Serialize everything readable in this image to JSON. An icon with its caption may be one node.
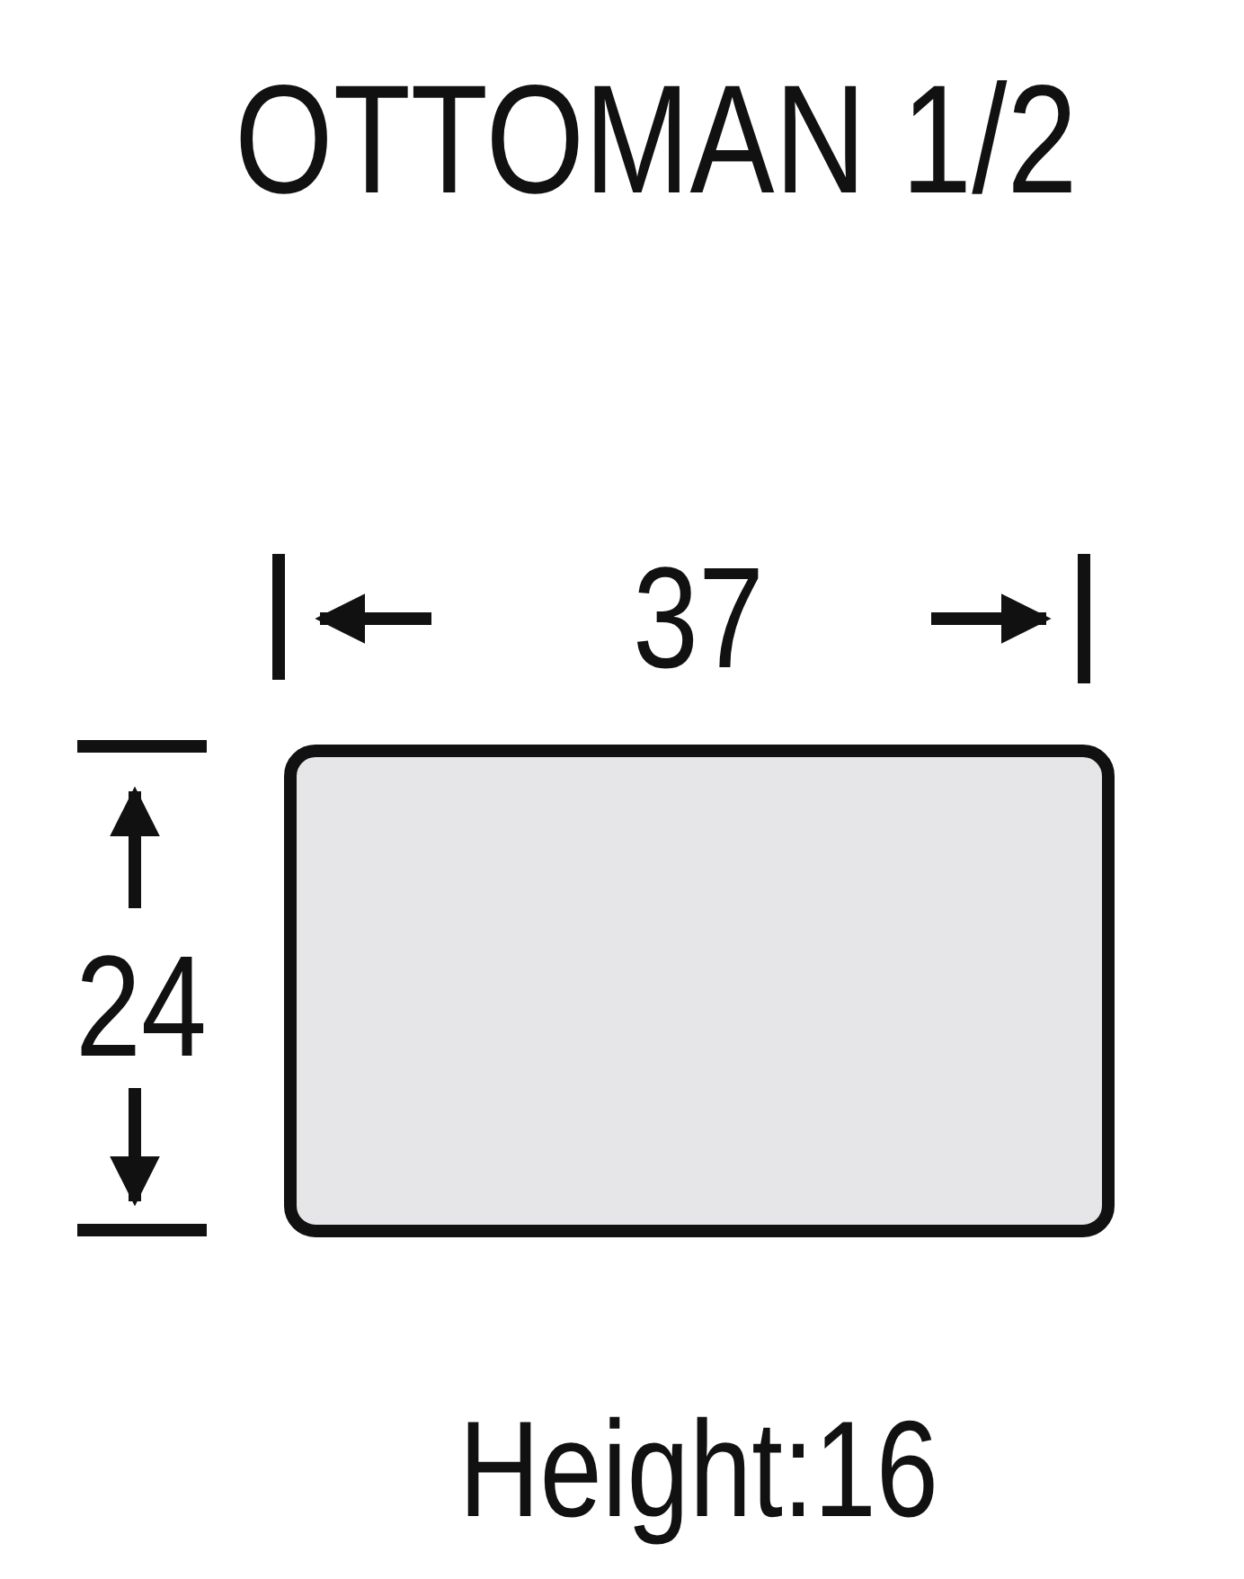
{
  "diagram": {
    "title": "OTTOMAN 1/2",
    "nodes": [
      {
        "text": [],
        "shape": "box"
      }
    ],
    "labels": [
      "37",
      "24",
      "Height:16"
    ]
  }
}
